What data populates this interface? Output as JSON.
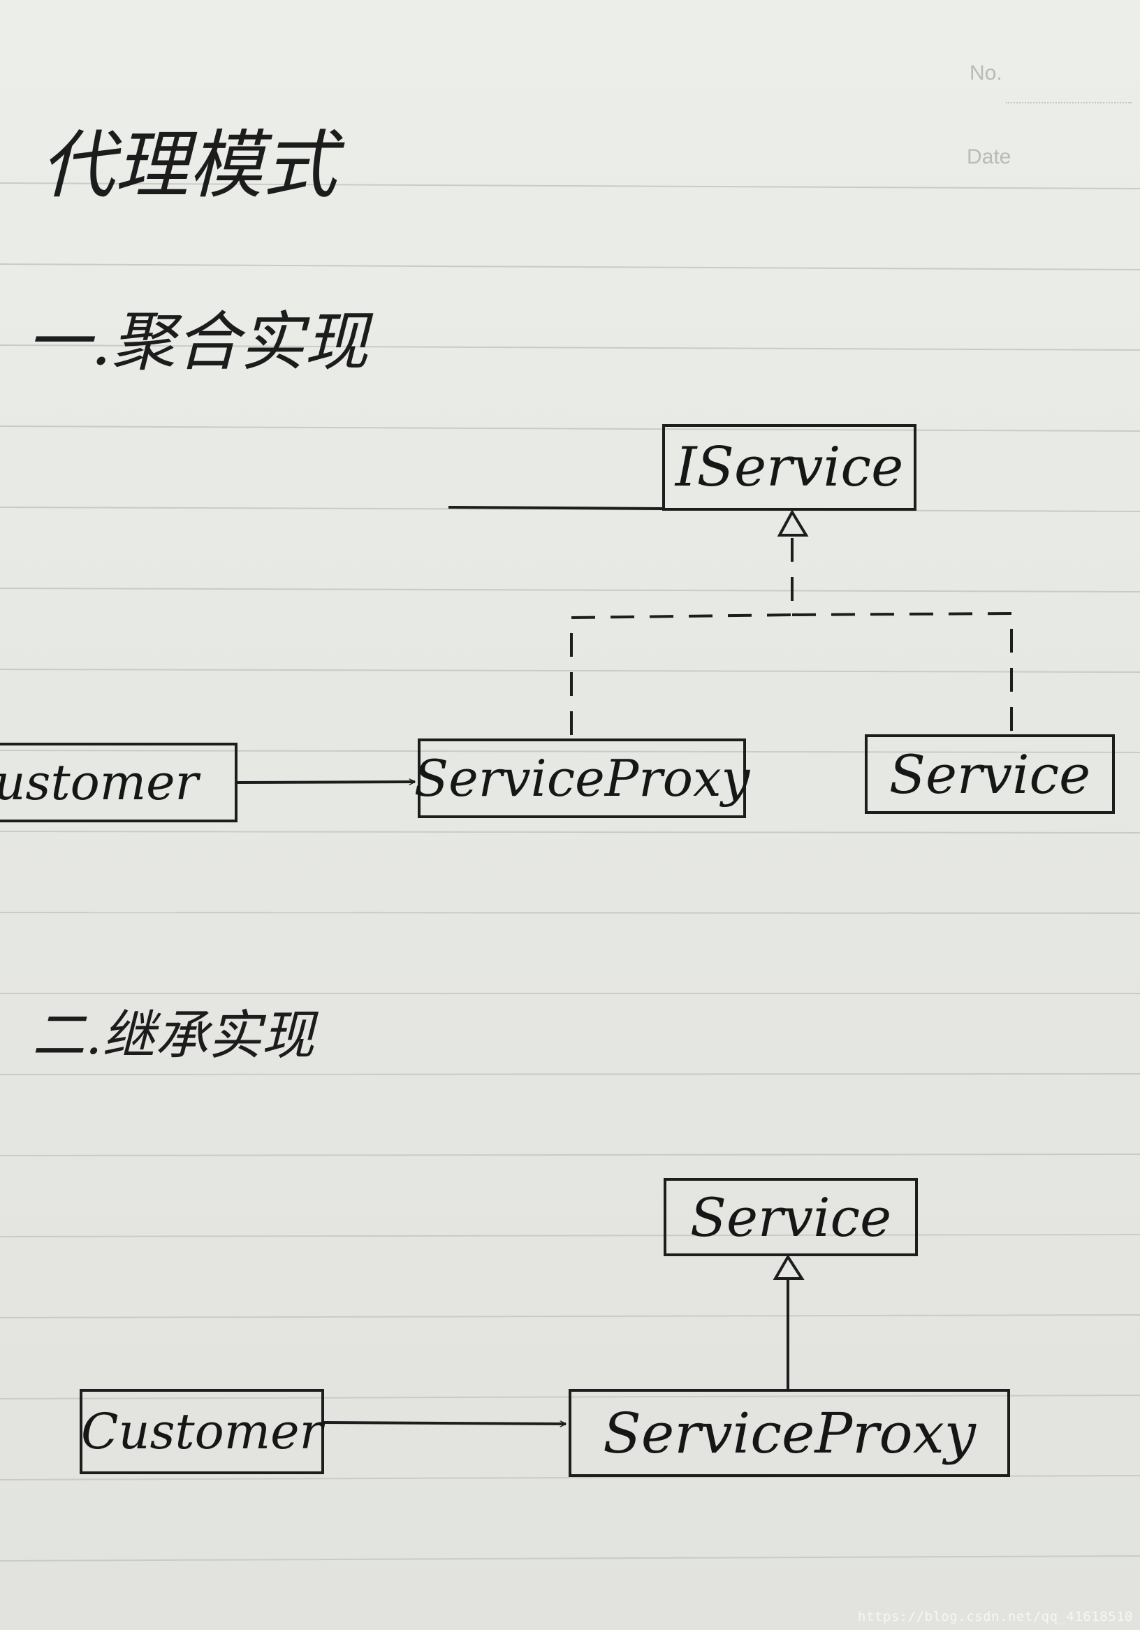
{
  "notebook_header": {
    "no_label": "No.",
    "date_label": "Date"
  },
  "page_title": "代理模式",
  "section_1": {
    "heading": "一.聚合实现",
    "interface_box": "IService",
    "proxy_box": "ServiceProxy",
    "service_box": "Service",
    "customer_box": "Customer"
  },
  "section_2": {
    "heading": "二.继承实现",
    "service_box": "Service",
    "proxy_box": "ServiceProxy",
    "customer_box": "Customer"
  },
  "watermark": "https://blog.csdn.net/qq_41618510"
}
